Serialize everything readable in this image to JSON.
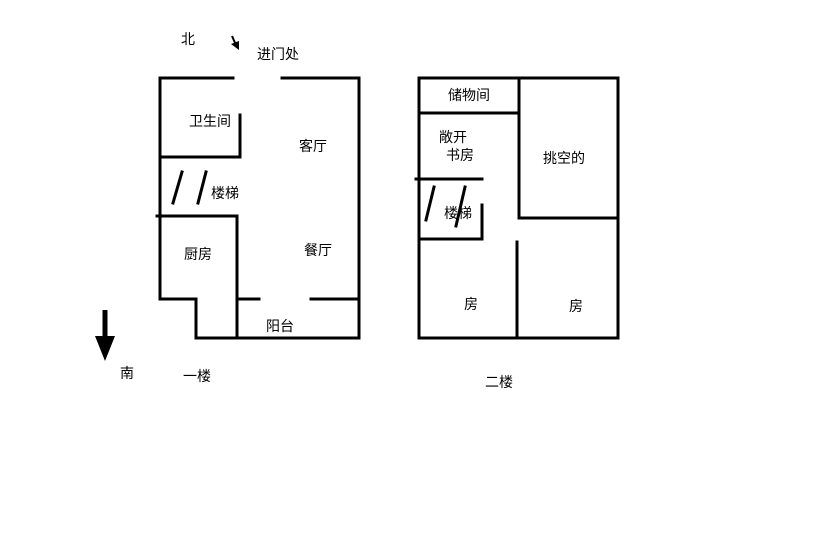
{
  "colors": {
    "background": "#ffffff",
    "wall": "#000000",
    "text": "#000000"
  },
  "icons": {
    "entry_arrow": "small-arrow-down-right-icon",
    "south_arrow": "large-arrow-down-icon"
  },
  "compass": {
    "north": "北",
    "south": "南"
  },
  "entrance_label": "进门处",
  "floor1": {
    "caption": "一楼",
    "rooms": {
      "bathroom": "卫生间",
      "living_room": "客厅",
      "stairs": "楼梯",
      "kitchen": "厨房",
      "dining_room": "餐厅",
      "balcony": "阳台"
    }
  },
  "floor2": {
    "caption": "二楼",
    "rooms": {
      "storage": "储物间",
      "open_study_line1": "敞开",
      "open_study_line2": "书房",
      "void": "挑空的",
      "stairs": "楼梯",
      "bedroom_left": "房",
      "bedroom_right": "房"
    }
  }
}
